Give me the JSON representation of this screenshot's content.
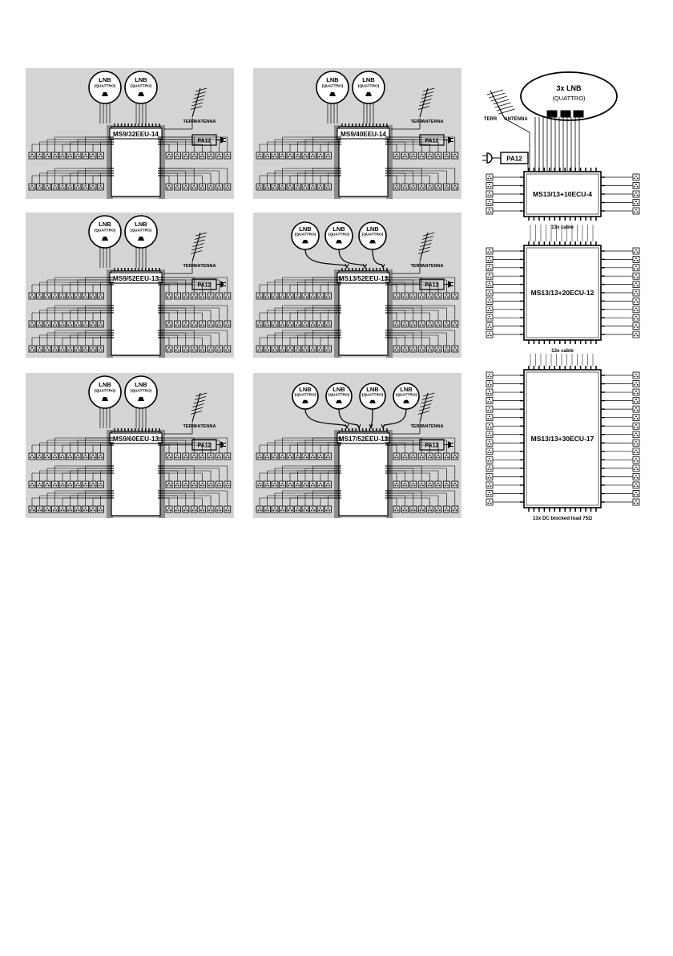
{
  "colors": {
    "ink": "#000000",
    "bg": "#ffffff",
    "panel": "#d4d4d4",
    "clamp": "#8c8c8c"
  },
  "lnb": {
    "label": "LNB",
    "sublabel": "(QUATTRO)"
  },
  "terr_antenna": {
    "label_terr": "TERR",
    "label_antenna": "ANTENNA"
  },
  "power_supply": {
    "label": "PA12"
  },
  "left_panels": [
    {
      "model": "MS9/32EEU-14",
      "lnbs": 2,
      "rows": 2
    },
    {
      "model": "MS9/52EEU-13",
      "lnbs": 2,
      "rows": 3
    },
    {
      "model": "MS9/60EEU-13",
      "lnbs": 2,
      "rows": 3
    }
  ],
  "mid_panels": [
    {
      "model": "MS9/40EEU-14",
      "lnbs": 2,
      "rows": 2
    },
    {
      "model": "MS13/52EEU-13",
      "lnbs": 3,
      "rows": 3
    },
    {
      "model": "MS17/52EEU-13",
      "lnbs": 4,
      "rows": 3
    }
  ],
  "right_top": {
    "lnb_group_line1": "3x LNB",
    "lnb_group_line2": "(QUATTRO)",
    "terr_label": "TERR",
    "antenna_label": "ANTENNA",
    "psu": "PA12",
    "model": "MS13/13+10ECU-4",
    "caption": "13x cable"
  },
  "right_mid": {
    "model": "MS13/13+20ECU-12",
    "caption": "13x cable"
  },
  "right_bottom": {
    "model": "MS13/13+30ECU-17",
    "caption": "13x DC blocked load 75Ω"
  }
}
